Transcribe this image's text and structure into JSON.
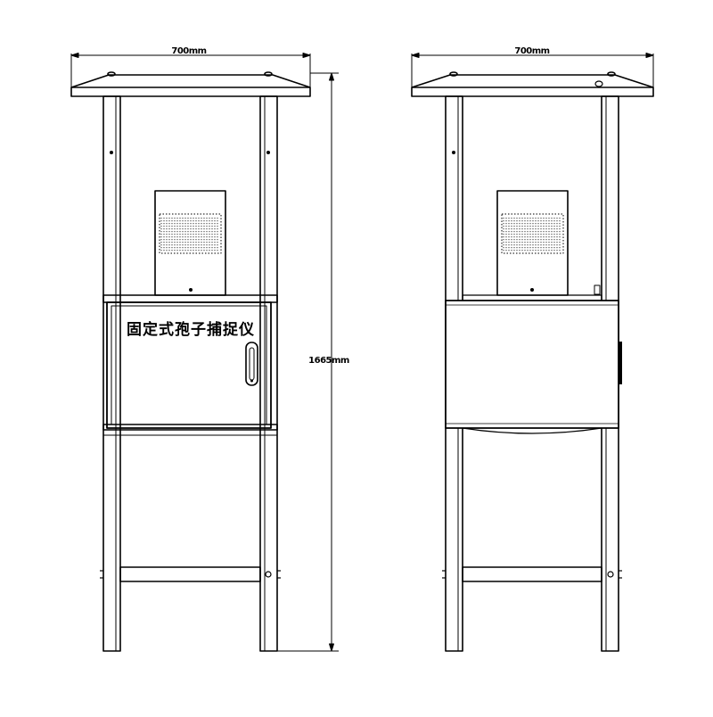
{
  "dimensions": {
    "left_width": "700mm",
    "right_width": "700mm",
    "height": "1665mm"
  },
  "front_view": {
    "cabinet_label": "固定式孢子捕捉仪"
  },
  "colors": {
    "line": "#000000",
    "background": "#ffffff"
  }
}
